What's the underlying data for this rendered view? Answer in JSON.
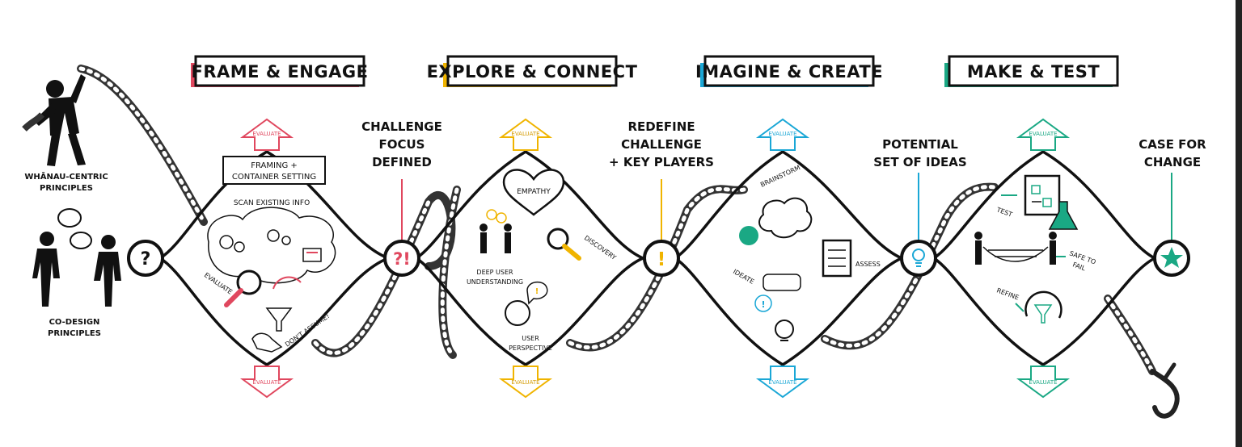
{
  "phases": [
    {
      "title": "FRAME & ENGAGE",
      "color": "#e0475e"
    },
    {
      "title": "EXPLORE & CONNECT",
      "color": "#f0b400"
    },
    {
      "title": "IMAGINE & CREATE",
      "color": "#1aa7d6"
    },
    {
      "title": "MAKE & TEST",
      "color": "#1aa884"
    }
  ],
  "evaluate_label": "EVALUATE",
  "left": {
    "principles_1": [
      "WHĀNAU-CENTRIC",
      "PRINCIPLES"
    ],
    "principles_2": [
      "CO-DESIGN",
      "PRINCIPLES"
    ]
  },
  "nodes": [
    "?",
    "?!",
    "!",
    "",
    ""
  ],
  "milestones": [
    [
      "CHALLENGE",
      "FOCUS",
      "DEFINED"
    ],
    [
      "REDEFINE",
      "CHALLENGE",
      "+ KEY PLAYERS"
    ],
    [
      "POTENTIAL",
      "SET OF IDEAS"
    ],
    [
      "CASE FOR",
      "CHANGE"
    ]
  ],
  "phase1": {
    "box": [
      "FRAMING +",
      "CONTAINER SETTING"
    ],
    "scan": "SCAN EXISTING INFO",
    "evaluate": "EVALUATE",
    "dont_assume": "DON'T ASSUME!"
  },
  "phase2": {
    "empathy": "EMPATHY",
    "discovery": "DISCOVERY",
    "deep": [
      "DEEP USER",
      "UNDERSTANDING"
    ],
    "user": [
      "USER",
      "PERSPECTIVE"
    ]
  },
  "phase3": {
    "brainstorm": "BRAINSTORM",
    "assess": "ASSESS",
    "ideate": "IDEATE"
  },
  "phase4": {
    "test": "TEST",
    "safe": [
      "SAFE TO",
      "FAIL"
    ],
    "refine": "REFINE"
  }
}
